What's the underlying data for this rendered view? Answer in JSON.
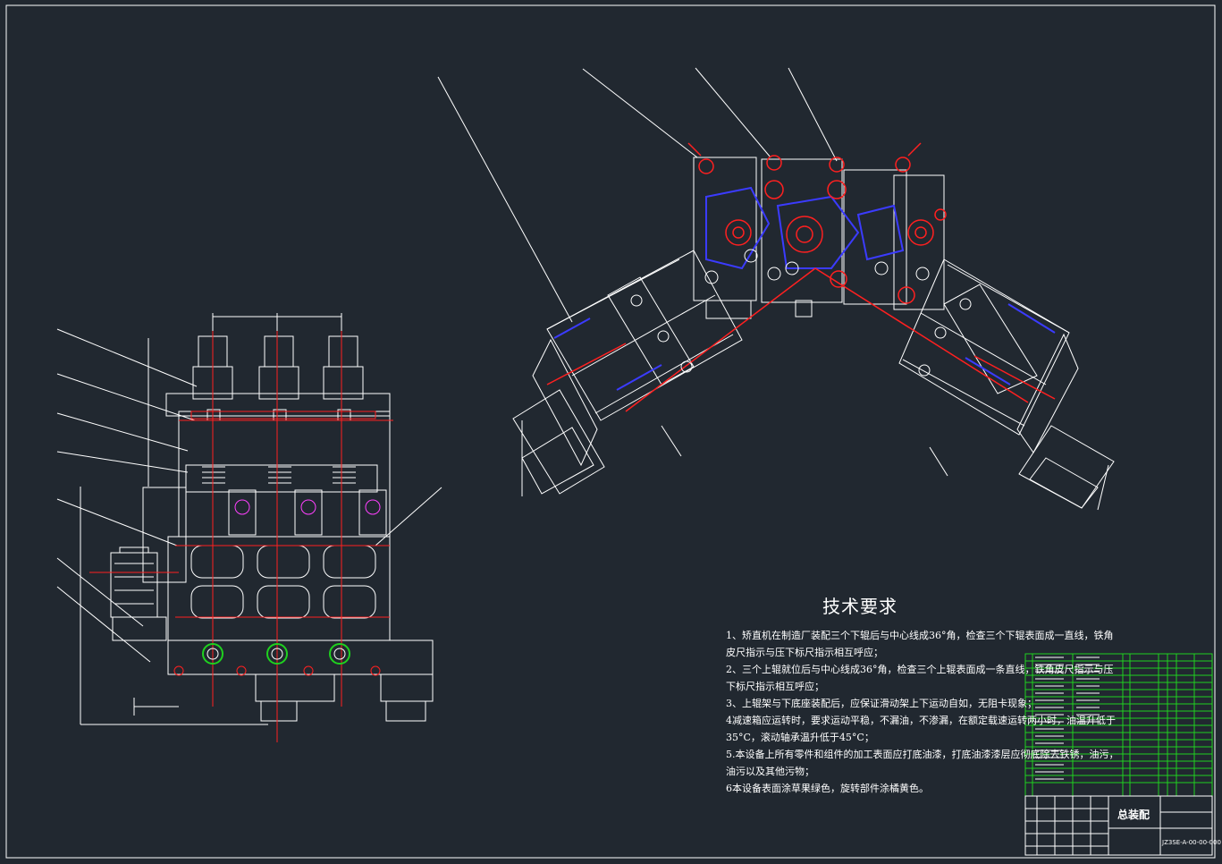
{
  "title_block": {
    "drawing_title": "总装配",
    "drawing_number": "JZ3SE-A-00-00-000"
  },
  "technical_requirements": {
    "heading": "技术要求",
    "lines": [
      "1、矫直机在制造厂装配三个下辊后与中心线成36°角，检查三个下辊表面成一直线，铁角",
      "皮尺指示与压下标尺指示相互呼应；",
      "2、三个上辊就位后与中心线成36°角，检查三个上辊表面成一条直线，铁角皮尺指示与压",
      "下标尺指示相互呼应；",
      "3、上辊架与下底座装配后，应保证滑动架上下运动自如，无阻卡现象；",
      "4减速箱应运转时，要求运动平稳，不漏油，不渗漏，在额定载速运转两小时，油温升低于",
      "35°C，滚动轴承温升低于45°C；",
      "5.本设备上所有零件和组件的加工表面应打底油漆，打底油漆漆层应彻底除去铁锈，油污，",
      "油污以及其他污物；",
      "6本设备表面涂草果绿色，旋转部件涂橘黄色。"
    ]
  },
  "colors": {
    "background": "#212830",
    "line_white": "#ffffff",
    "line_red": "#ff2020",
    "line_blue": "#3b3bff",
    "line_green": "#1fd11f",
    "line_magenta": "#ff40ff"
  }
}
